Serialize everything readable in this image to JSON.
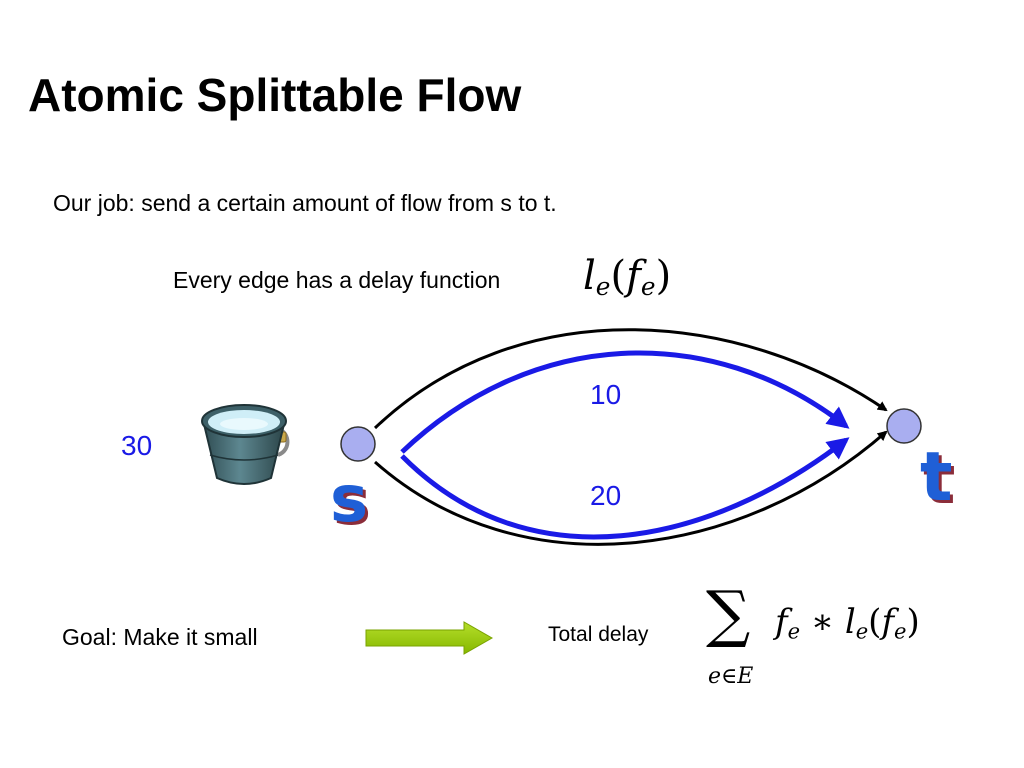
{
  "slide": {
    "title": "Atomic Splittable Flow",
    "intro": "Our job: send a certain amount of flow from s to t.",
    "delay_sentence": "Every edge has a delay function",
    "goal": "Goal: Make it small",
    "total_delay_label": "Total delay"
  },
  "math": {
    "delay_fn": {
      "l": "l",
      "e": "e",
      "f": "f"
    },
    "sum_index": "e∈E",
    "operator": "∗"
  },
  "graph": {
    "supply": "30",
    "source_label": "s",
    "sink_label": "t",
    "top_flow": "10",
    "bottom_flow": "20"
  },
  "colors": {
    "flow": "#1a1ae6",
    "node_fill": "#a9aef0",
    "goal_arrow": "#99cc00",
    "edge": "#000000"
  },
  "icons": {
    "bucket": "water-bucket-icon",
    "goal_arrow": "right-arrow-icon"
  }
}
